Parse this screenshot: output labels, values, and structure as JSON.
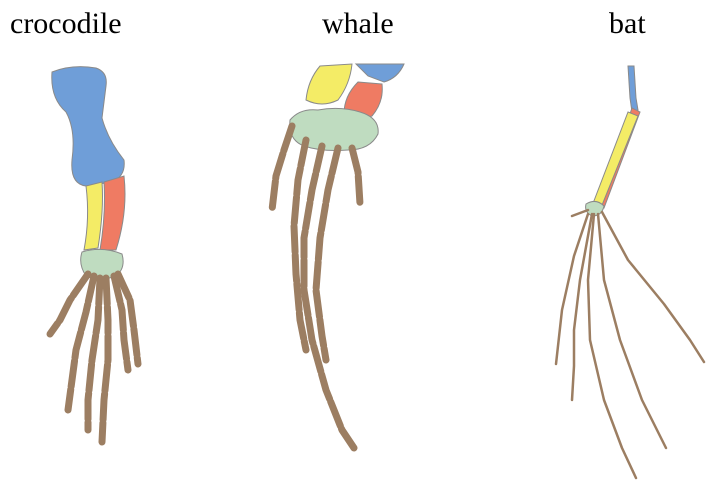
{
  "labels": {
    "crocodile": "crocodile",
    "whale": "whale",
    "bat": "bat"
  },
  "bone_colors": {
    "humerus": "#6f9ed8",
    "radius": "#f4ec66",
    "ulna": "#ef7b63",
    "carpals": "#bfdcc0",
    "phalanges": "#9c7e62"
  }
}
